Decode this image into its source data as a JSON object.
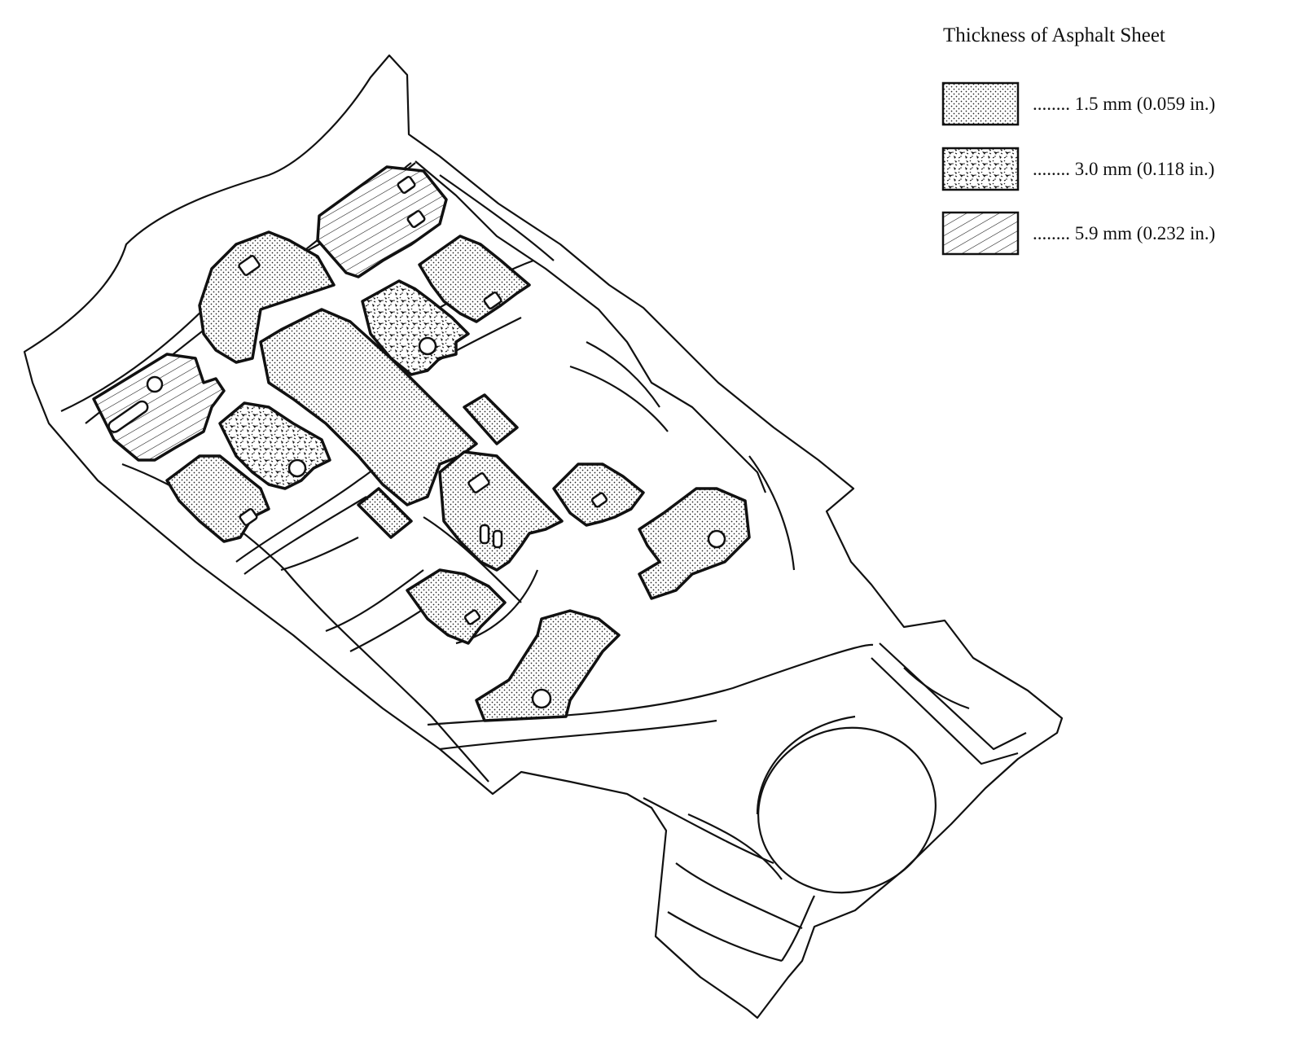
{
  "legend": {
    "title": "Thickness of Asphalt Sheet",
    "items": [
      {
        "pattern": "fine-dots",
        "label": "........ 1.5 mm (0.059 in.)"
      },
      {
        "pattern": "coarse-speckle",
        "label": "........ 3.0 mm (0.118 in.)"
      },
      {
        "pattern": "diagonal-hatch",
        "label": "........ 5.9 mm (0.232 in.)"
      }
    ]
  },
  "colors": {
    "line": "#111111",
    "background": "#ffffff"
  }
}
